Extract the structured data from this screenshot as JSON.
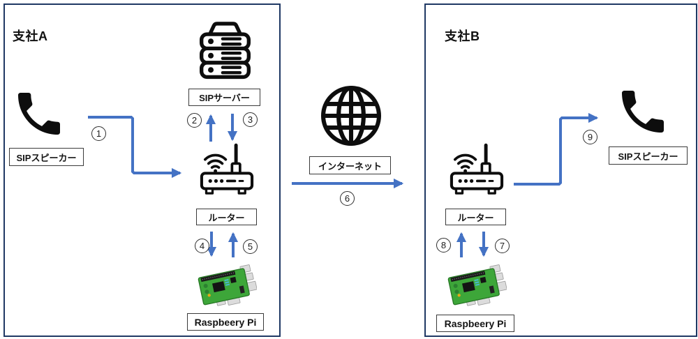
{
  "branch_a": {
    "title": "支社A",
    "sip_speaker_label": "SIPスピーカー",
    "sip_server_label": "SIPサーバー",
    "router_label": "ルーター",
    "raspberry_pi_label": "Raspbeery Pi"
  },
  "branch_b": {
    "title": "支社B",
    "sip_speaker_label": "SIPスピーカー",
    "router_label": "ルーター",
    "raspberry_pi_label": "Raspbeery Pi"
  },
  "internet": {
    "label": "インターネット"
  },
  "steps": {
    "s1": "1",
    "s2": "2",
    "s3": "3",
    "s4": "4",
    "s5": "5",
    "s6": "6",
    "s7": "7",
    "s8": "8",
    "s9": "9"
  },
  "icons": {
    "sip_speaker": "phone-handset",
    "sip_server": "server-stack",
    "router": "wifi-router",
    "raspberry_pi": "raspberry-pi-board",
    "internet": "globe"
  },
  "colors": {
    "arrow_blue": "#4472C4",
    "branch_box_border": "#1F3864",
    "label_border": "#3A3A3A",
    "icon_black": "#0D0D0D",
    "pi_board_green": "#3DA639"
  }
}
